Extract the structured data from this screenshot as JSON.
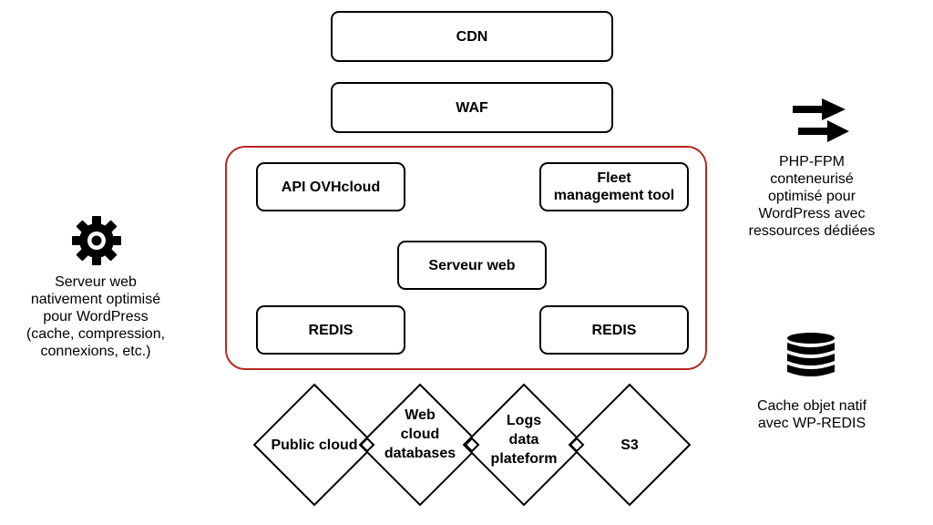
{
  "top_stack": {
    "cdn": "CDN",
    "waf": "WAF"
  },
  "cluster": {
    "api": "API OVHcloud",
    "fleet": "Fleet\nmanagement tool",
    "webserver": "Serveur web",
    "redis_left": "REDIS",
    "redis_right": "REDIS"
  },
  "storage": {
    "public_cloud": "Public cloud",
    "web_cloud_db": "Web\ncloud\ndatabases",
    "logs": "Logs\ndata\nplateform",
    "s3": "S3"
  },
  "left_note": "Serveur web\nnativement optimisé\npour WordPress\n(cache, compression,\nconnexions, etc.)",
  "right_top_note": "PHP-FPM\nconteneurisé\noptimisé pour\nWordPress avec\nressources dédiées",
  "right_bottom_note": "Cache objet natif\navec WP-REDIS",
  "icons": {
    "gear": "gear-icon",
    "arrows": "double-arrow-icon",
    "database": "database-icon"
  },
  "colors": {
    "container_border": "#b5291f"
  }
}
